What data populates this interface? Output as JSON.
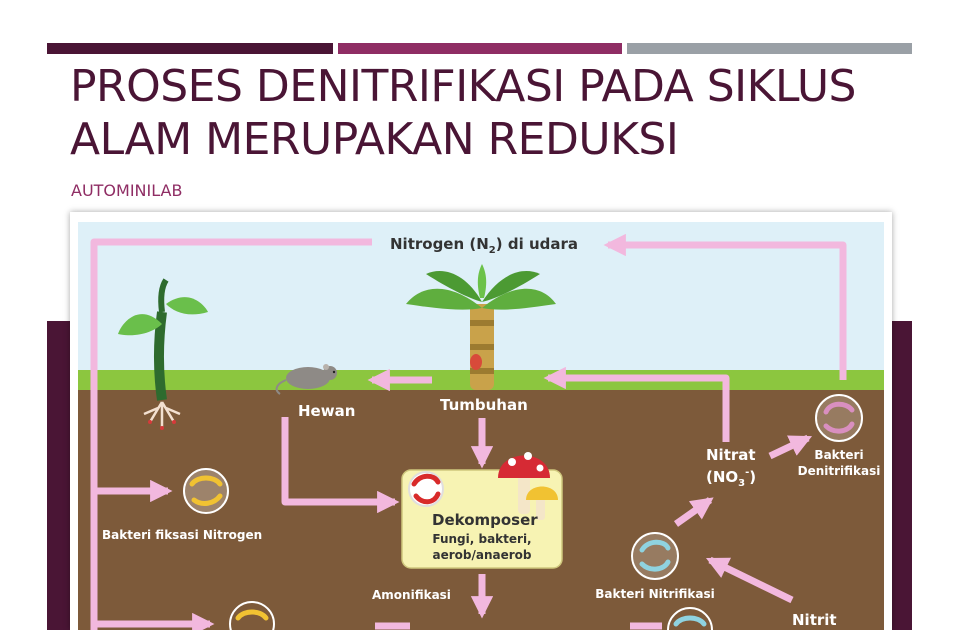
{
  "slide": {
    "title_line1": "PROSES DENITRIFIKASI PADA SIKLUS",
    "title_line2": "ALAM MERUPAKAN REDUKSI",
    "subtitle": "AUTOMINILAB"
  },
  "colors": {
    "bar_dark": "#4a1535",
    "bar_magenta": "#8f2d64",
    "bar_gray": "#9aa0a6",
    "title_text": "#4a1535",
    "subtitle_text": "#8f2d64",
    "plum_block": "#4a1535",
    "sky": "#def0f8",
    "grass": "#8cc63f",
    "soil": "#7d5a3a",
    "arrow": "#f2b8de",
    "decomposer_box": "#f7f3b3"
  },
  "diagram": {
    "nitrogen_air": "Nitrogen (N",
    "nitrogen_air_sub": "2",
    "nitrogen_air_tail": ") di udara",
    "hewan": "Hewan",
    "tumbuhan": "Tumbuhan",
    "dekomposer": "Dekomposer",
    "dekomposer_line2": "Fungi, bakteri,",
    "dekomposer_line3": "aerob/anaerob",
    "amonifikasi": "Amonifikasi",
    "bakteri_fiksasi": "Bakteri fiksasi Nitrogen",
    "nitrat": "Nitrat",
    "nitrat_formula": "(NO",
    "nitrat_sub": "3",
    "nitrat_sup": "-",
    "nitrat_formula_tail": ")",
    "bakteri_denitrifikasi_1": "Bakteri",
    "bakteri_denitrifikasi_2": "Denitrifikasi",
    "bakteri_nitrifikasi": "Bakteri Nitrifikasi",
    "nitrit": "Nitrit"
  }
}
